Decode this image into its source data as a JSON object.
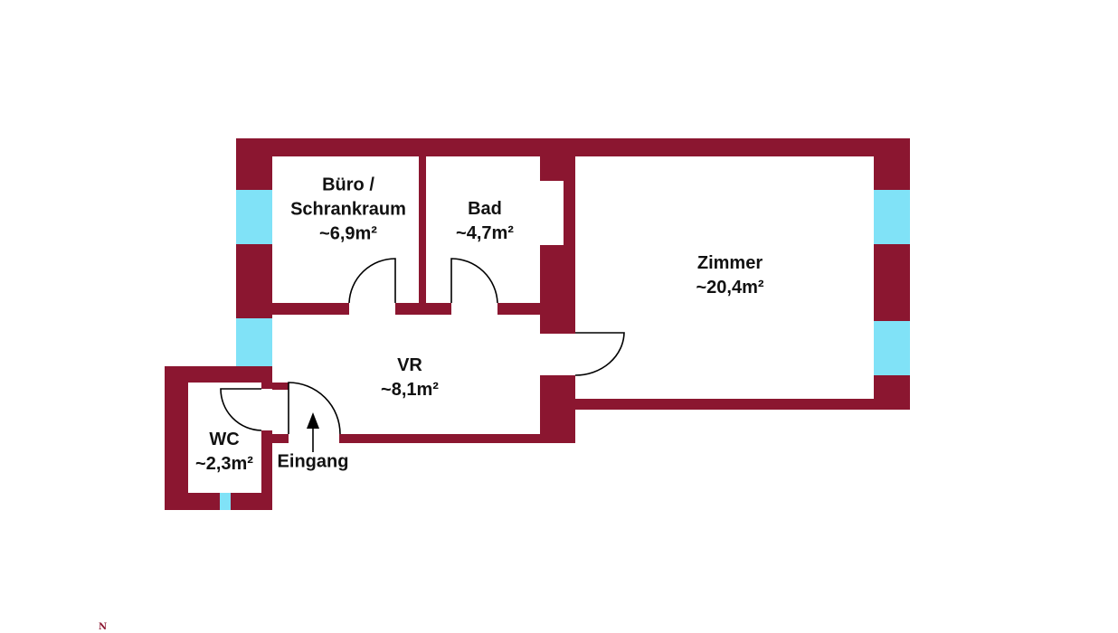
{
  "colors": {
    "wall": "#8b1630",
    "window": "#80e2f7",
    "line": "#000000",
    "background": "#ffffff"
  },
  "rooms": {
    "buero": {
      "name": "Büro /",
      "name2": "Schrankraum",
      "area": "~6,9m²"
    },
    "bad": {
      "name": "Bad",
      "area": "~4,7m²"
    },
    "zimmer": {
      "name": "Zimmer",
      "area": "~20,4m²"
    },
    "vr": {
      "name": "VR",
      "area": "~8,1m²"
    },
    "wc": {
      "name": "WC",
      "area": "~2,3m²"
    }
  },
  "entrance": {
    "label": "Eingang",
    "arrow_icon": "arrow-up-icon"
  },
  "compass": {
    "label": "N"
  }
}
